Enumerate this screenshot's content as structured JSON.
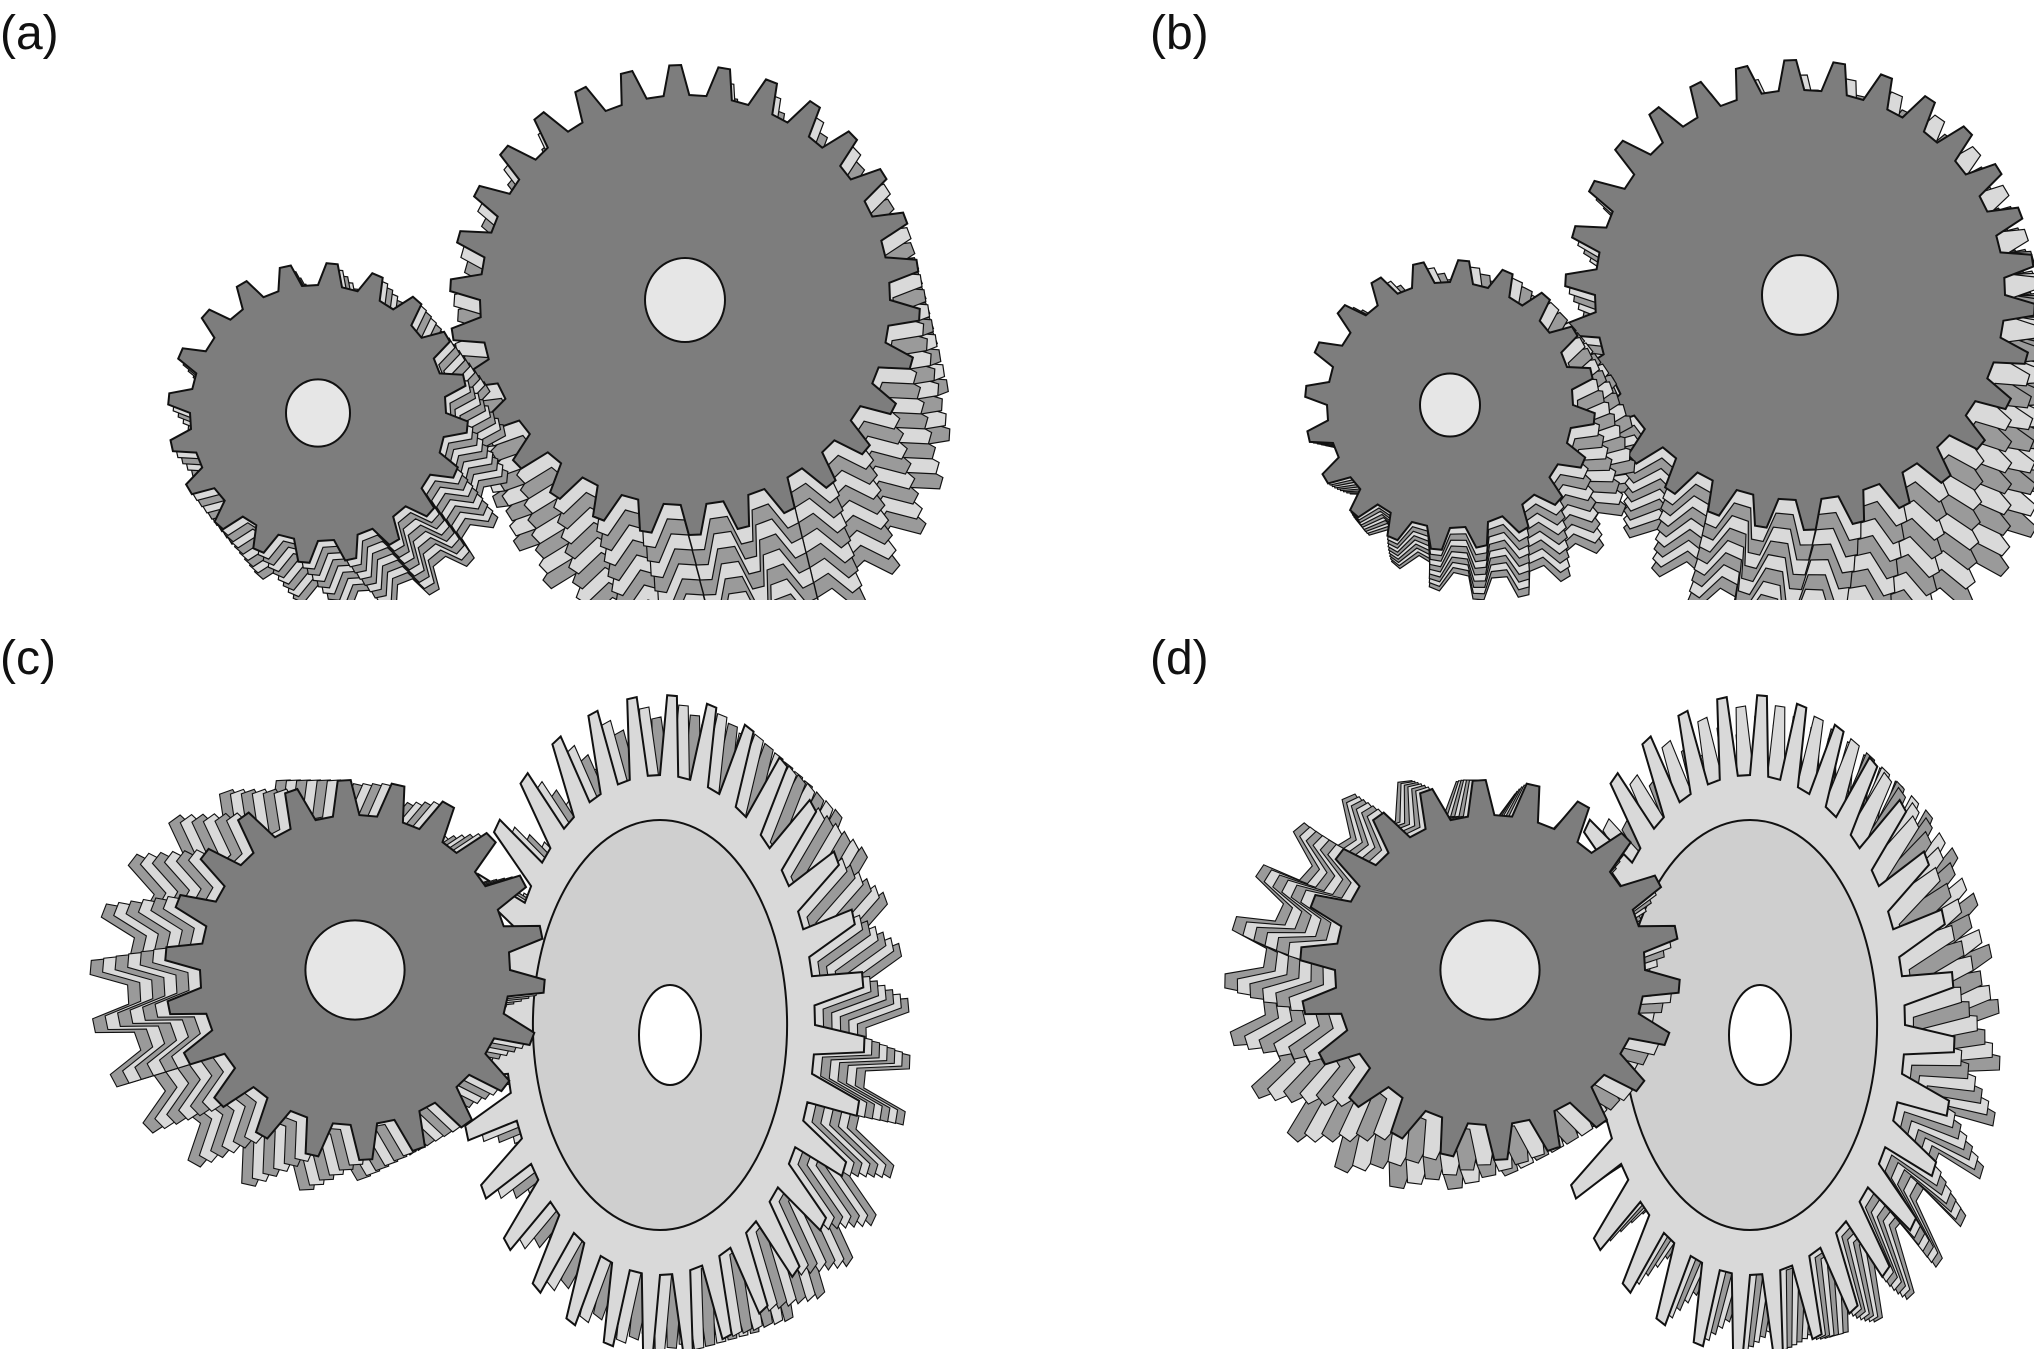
{
  "panels": [
    {
      "id": "a",
      "label": "(a)",
      "style": "spur"
    },
    {
      "id": "b",
      "label": "(b)",
      "style": "helical"
    },
    {
      "id": "c",
      "label": "(c)",
      "style": "bevel-straight"
    },
    {
      "id": "d",
      "label": "(d)",
      "style": "bevel-spiral"
    }
  ],
  "colors": {
    "face": "#7d7d7d",
    "tooth_side": "#d9d9d9",
    "tooth_shadow": "#9a9a9a",
    "bevel_face": "#cfcfcf",
    "edge": "#111111"
  }
}
